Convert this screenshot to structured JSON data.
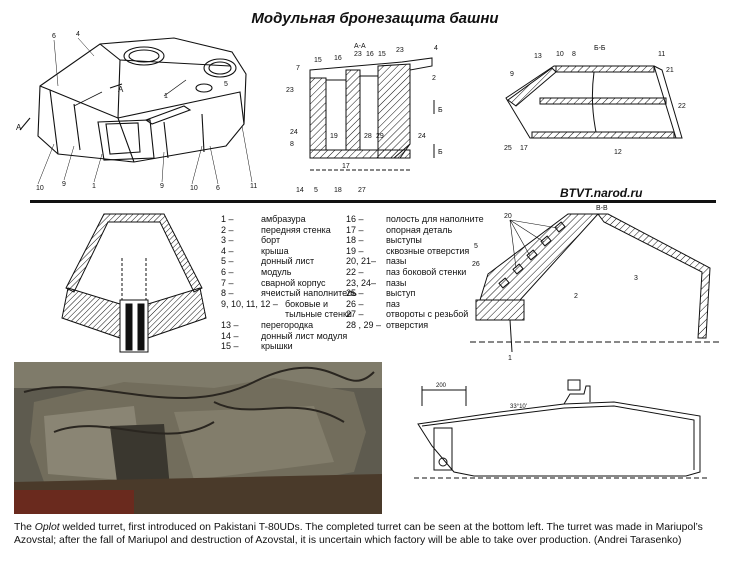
{
  "title": "Модульная бронезащита башни",
  "site": "BTVT.narod.ru",
  "section_labels": {
    "aa": "А-А",
    "bb": "Б-Б",
    "vv": "В-В",
    "a_marker": "А"
  },
  "legend_left": [
    {
      "num": "1 –",
      "text": "амбразура"
    },
    {
      "num": "2 –",
      "text": "передняя стенка"
    },
    {
      "num": "3 –",
      "text": "борт"
    },
    {
      "num": "4 –",
      "text": "крыша"
    },
    {
      "num": "5 –",
      "text": "донный лист"
    },
    {
      "num": "6 –",
      "text": "модуль"
    },
    {
      "num": "7 –",
      "text": "сварной корпус"
    },
    {
      "num": "8 –",
      "text": "ячеистый наполнитель"
    },
    {
      "num": "9, 10, 11, 12 –",
      "text": "боковые и"
    },
    {
      "num": "",
      "text": "тыльные стенки"
    },
    {
      "num": "13 –",
      "text": "перегородка"
    },
    {
      "num": "14 –",
      "text": "донный лист модуля"
    },
    {
      "num": "15 –",
      "text": "крышки"
    }
  ],
  "legend_right": [
    {
      "num": "16 –",
      "text": "полость для наполните"
    },
    {
      "num": "17 –",
      "text": "опорная деталь"
    },
    {
      "num": "18 –",
      "text": "выступы"
    },
    {
      "num": "19 –",
      "text": "сквозные отверстия"
    },
    {
      "num": "20, 21–",
      "text": "пазы"
    },
    {
      "num": "22 –",
      "text": "паз боковой стенки"
    },
    {
      "num": "23, 24–",
      "text": "пазы"
    },
    {
      "num": "25 –",
      "text": "выступ"
    },
    {
      "num": "26 –",
      "text": "паз"
    },
    {
      "num": "27 –",
      "text": "отвороты с резьбой"
    },
    {
      "num": "28 , 29 –",
      "text": "отверстия"
    }
  ],
  "callouts": {
    "turret": [
      "6",
      "4",
      "1",
      "5",
      "6",
      "11",
      "10",
      "9",
      "1",
      "9",
      "10",
      "А"
    ],
    "aa": [
      "7",
      "15",
      "16",
      "23",
      "16",
      "15",
      "23",
      "4",
      "2",
      "23",
      "24",
      "8",
      "19",
      "28",
      "29",
      "24",
      "14",
      "5",
      "18",
      "27",
      "17",
      "Б",
      "Б"
    ],
    "bb": [
      "13",
      "10",
      "8",
      "11",
      "21",
      "9",
      "22",
      "25",
      "17",
      "12"
    ],
    "vv": [
      "20",
      "5",
      "26",
      "3",
      "2",
      "1"
    ],
    "dim": [
      "200",
      "33°10'"
    ]
  },
  "caption": {
    "pre": "The ",
    "italic": "Oplot",
    "post": " welded turret, first introduced on Pakistani T-80UDs. The completed turret can be seen at the bottom left. The turret was made in Mariupol’s Azovstal; after the fall of Mariupol and destruction of Azovstal, it is uncertain which factory will be able to take over production. (Andrei Tarasenko)"
  }
}
